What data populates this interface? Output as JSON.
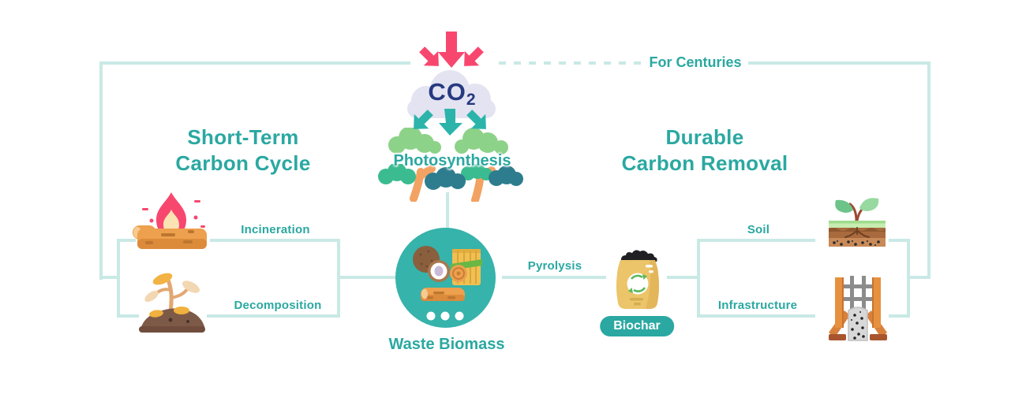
{
  "headings": {
    "left_line1": "Short-Term",
    "left_line2": "Carbon Cycle",
    "right_line1": "Durable",
    "right_line2": "Carbon Removal"
  },
  "top": {
    "for_centuries": "For Centuries",
    "co2_main": "CO",
    "co2_subscript": "2"
  },
  "labels": {
    "photosynthesis": "Photosynthesis",
    "incineration": "Incineration",
    "decomposition": "Decomposition",
    "waste_biomass": "Waste Biomass",
    "pyrolysis": "Pyrolysis",
    "biochar": "Biochar",
    "soil": "Soil",
    "infrastructure": "Infrastructure"
  },
  "icons": {
    "cloud": "co2-cloud-icon",
    "emission_arrows": "co2-emission-arrows-icon",
    "absorption_arrows": "co2-absorption-arrows-icon",
    "trees": "forest-trees-icon",
    "fire": "burning-log-icon",
    "plant": "wilted-plant-icon",
    "biomass": "waste-biomass-icon",
    "bag": "biochar-bag-icon",
    "soil": "soil-cross-section-icon",
    "infrastructure": "concrete-foundation-icon"
  },
  "colors": {
    "teal_text": "#2aa8a1",
    "connector_line": "#c9e9e5",
    "emission_arrow": "#f8476f",
    "absorption_arrow": "#2cb4ab",
    "cloud": "#e4e3f1",
    "co2_text": "#263a80",
    "biomass_circle": "#36b3ab",
    "biochar_pill": "#2aa8a1",
    "biochar_pill_text": "#ffffff"
  }
}
